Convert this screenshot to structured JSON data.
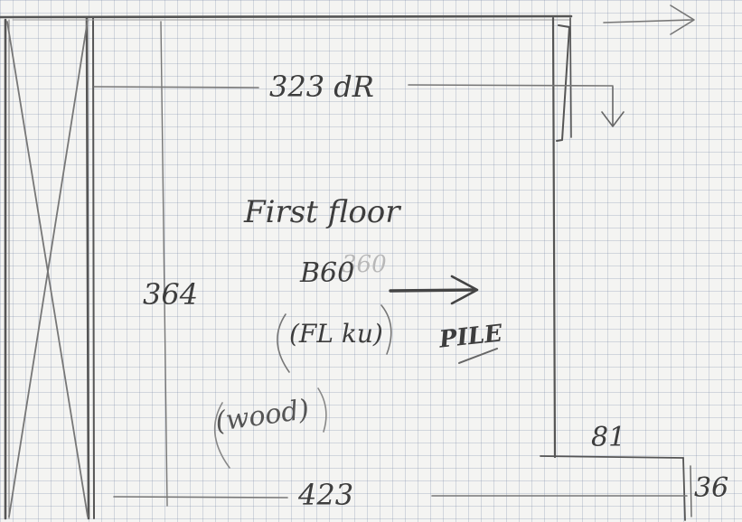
{
  "sketch": {
    "top_dimension": "323 dR",
    "room_name": "First floor",
    "room_code": "B60",
    "room_code_faint": "360",
    "floor_note": "(FL ku)",
    "wall_note": "(wood)",
    "left_dimension": "364",
    "bottom_dimension": "423",
    "pile_label": "PILE",
    "notch_width": "81",
    "notch_depth": "36"
  },
  "colors": {
    "pencil": "#4a4a4a",
    "pencil_light": "#9a9a9a",
    "grid": "#8a96b4",
    "paper": "#f4f4f2"
  }
}
